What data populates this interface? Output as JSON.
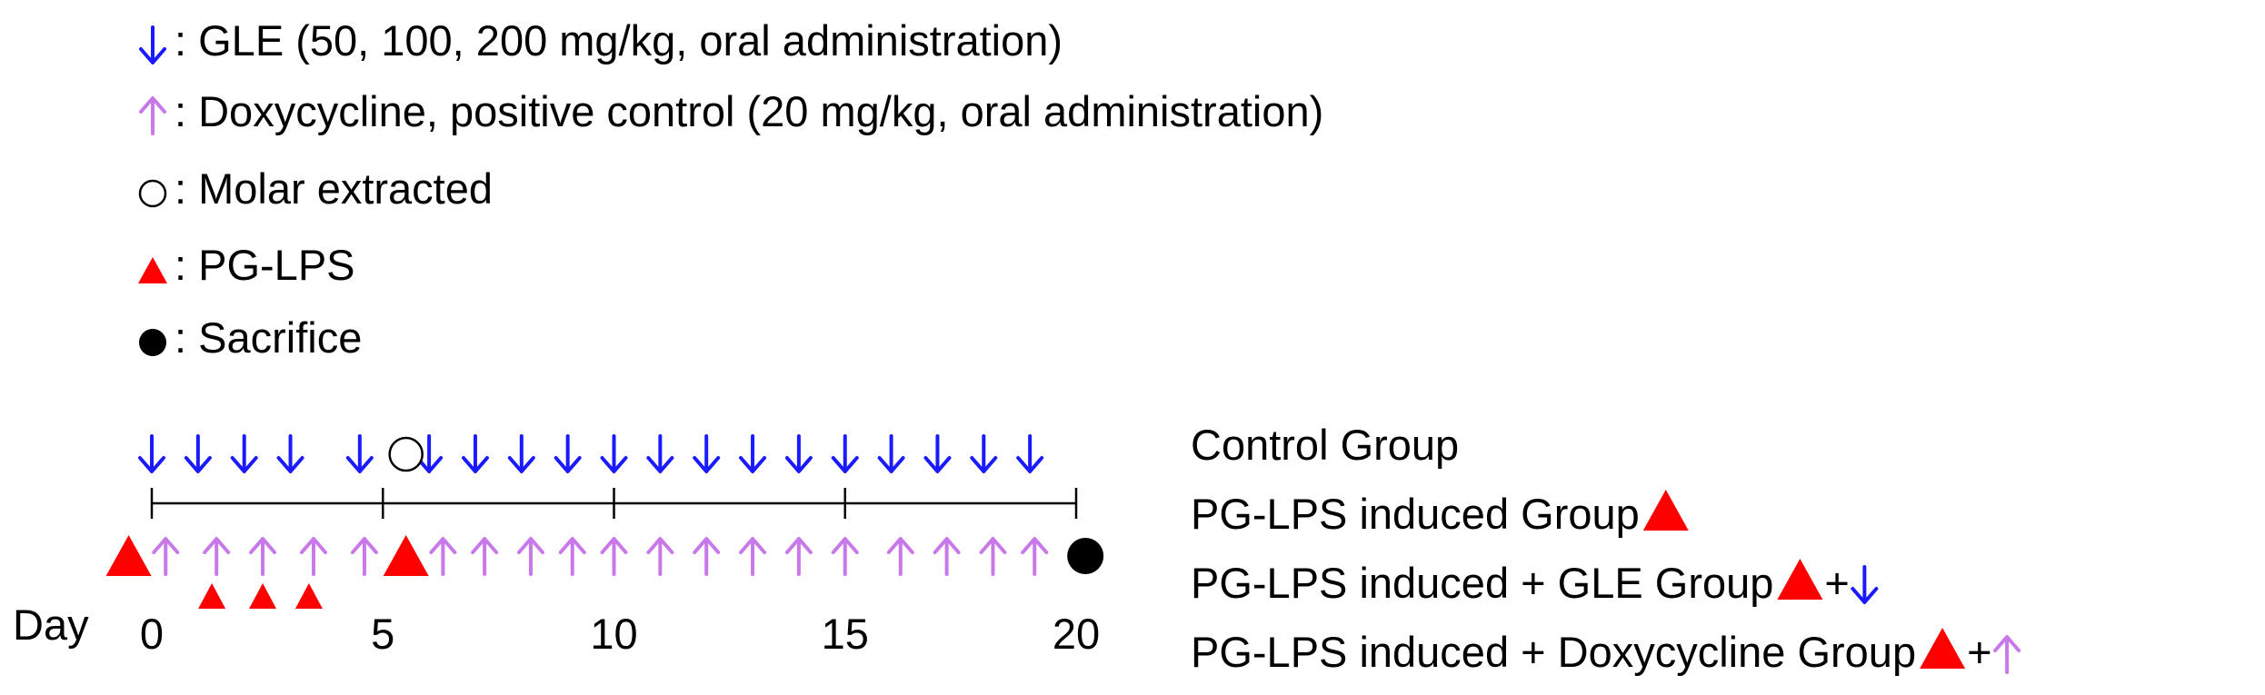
{
  "colors": {
    "gle_arrow": "#1a1aff",
    "doxy_arrow": "#c878e8",
    "pg_lps": "#ff0000",
    "sacrifice": "#000000",
    "timeline": "#000000"
  },
  "icons": {
    "gle": "arrow-down-icon",
    "doxycycline": "arrow-up-icon",
    "molar": "open-circle-icon",
    "pg_lps": "triangle-icon",
    "sacrifice": "filled-circle-icon"
  },
  "legend": [
    {
      "symbol": "gle",
      "text": ": GLE (50, 100, 200 mg/kg,  oral administration)"
    },
    {
      "symbol": "doxycycline",
      "text": ": Doxycycline, positive control (20 mg/kg,  oral administration)"
    },
    {
      "symbol": "molar",
      "text": ": Molar extracted"
    },
    {
      "symbol": "pg_lps",
      "text": ": PG-LPS"
    },
    {
      "symbol": "sacrifice",
      "text": ": Sacrifice"
    }
  ],
  "timeline": {
    "axis_label": "Day",
    "day_range": [
      0,
      20
    ],
    "ticks": [
      {
        "day": 0,
        "label": "0"
      },
      {
        "day": 5,
        "label": "5"
      },
      {
        "day": 10,
        "label": "10"
      },
      {
        "day": 15,
        "label": "15"
      },
      {
        "day": 20,
        "label": "20"
      }
    ],
    "gle_days": [
      0,
      1,
      2,
      3,
      4.5,
      6,
      7,
      8,
      9,
      10,
      11,
      12,
      13,
      14,
      15,
      16,
      17,
      18,
      19
    ],
    "doxy_days": [
      0.3,
      1.4,
      2.4,
      3.5,
      4.6,
      6.3,
      7.2,
      8.2,
      9.1,
      10,
      11,
      12,
      13,
      14,
      15,
      16.2,
      17.2,
      18.2,
      19.1
    ],
    "molar_extracted_day": 5.5,
    "pg_lps_main_days": [
      -0.5,
      5.5
    ],
    "pg_lps_small_days": [
      1.3,
      2.4,
      3.4
    ],
    "sacrifice_day": 20.2
  },
  "groups": [
    {
      "label": "Control Group",
      "markers": []
    },
    {
      "label": "PG-LPS induced Group ",
      "markers": [
        "pg_lps"
      ]
    },
    {
      "label": "PG-LPS induced + GLE Group ",
      "markers": [
        "pg_lps",
        "plus",
        "gle"
      ]
    },
    {
      "label": "PG-LPS induced + Doxycycline Group",
      "markers": [
        "pg_lps",
        "plus",
        "doxycycline"
      ]
    }
  ],
  "plus_sign": "+"
}
